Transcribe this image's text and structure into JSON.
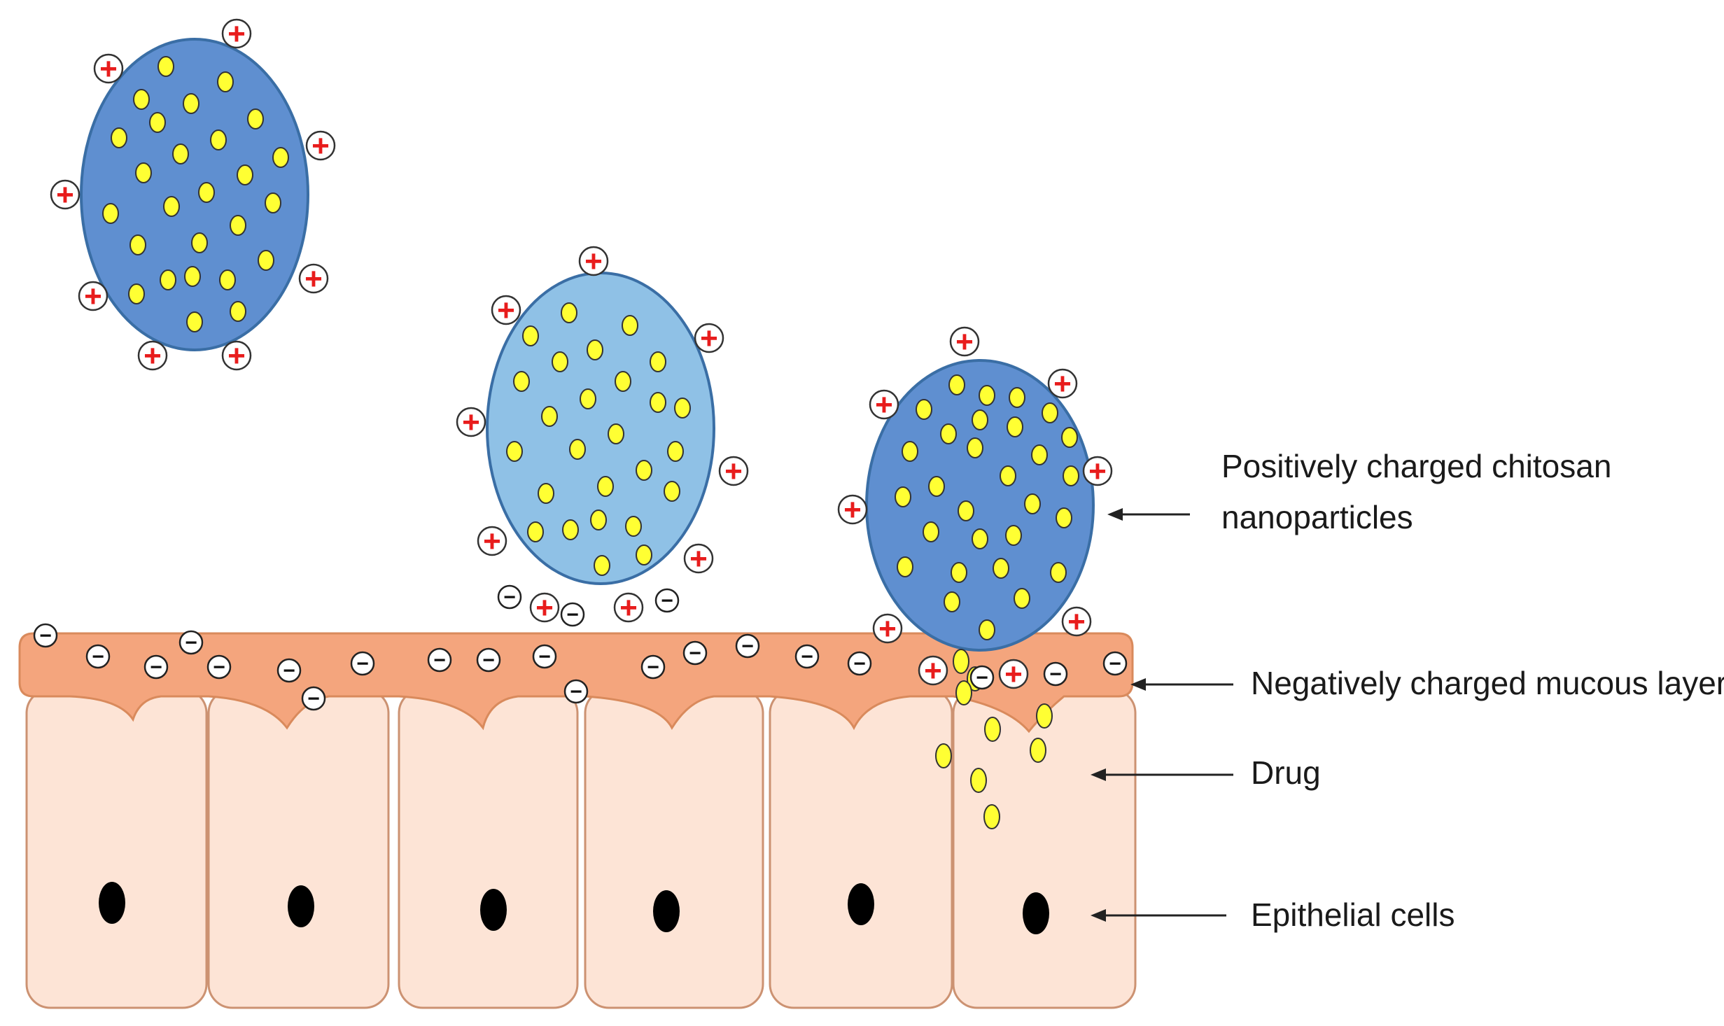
{
  "labels": {
    "nanoparticles_line1": "Positively charged chitosan",
    "nanoparticles_line2": "nanoparticles",
    "mucous": "Negatively charged mucous layer",
    "drug": "Drug",
    "epithelial": "Epithelial cells"
  },
  "symbols": {
    "positive": "+",
    "negative": "−"
  },
  "colors": {
    "nanoparticle_dark": "#5f8fd0",
    "nanoparticle_light": "#8fc1e6",
    "nanoparticle_outline": "#3a6ea5",
    "drug": "#ffff33",
    "drug_outline": "#333333",
    "positive_sign": "#e81c1c",
    "mucous_fill": "#f4a57d",
    "mucous_outline": "#d98a5c",
    "cell_fill": "#fde4d6",
    "cell_outline": "#cc9272",
    "nucleus": "#000000",
    "text": "#1a1a1a"
  }
}
